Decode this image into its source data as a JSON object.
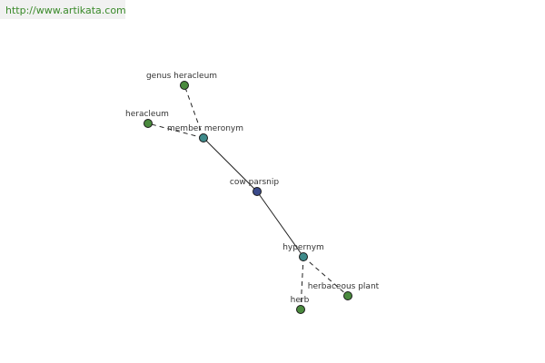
{
  "source_link": "http://www.artikata.com",
  "colors": {
    "center_node": "#3a4a8a",
    "relation_node": "#3e8a8a",
    "leaf_node": "#4a8a3e",
    "edge": "#222222"
  },
  "nodes": {
    "center": {
      "label": "cow parsnip",
      "kind": "center"
    },
    "member_meronym": {
      "label": "member meronym",
      "kind": "relation"
    },
    "hypernym": {
      "label": "hypernym",
      "kind": "relation"
    },
    "genus_heracleum": {
      "label": "genus heracleum",
      "kind": "leaf"
    },
    "heracleum": {
      "label": "heracleum",
      "kind": "leaf"
    },
    "herb": {
      "label": "herb",
      "kind": "leaf"
    },
    "herbaceous_plant": {
      "label": "herbaceous plant",
      "kind": "leaf"
    }
  },
  "edges": [
    {
      "from": "center",
      "to": "member_meronym",
      "style": "solid"
    },
    {
      "from": "center",
      "to": "hypernym",
      "style": "solid"
    },
    {
      "from": "member_meronym",
      "to": "genus_heracleum",
      "style": "dashed"
    },
    {
      "from": "member_meronym",
      "to": "heracleum",
      "style": "dashed"
    },
    {
      "from": "hypernym",
      "to": "herb",
      "style": "dashed"
    },
    {
      "from": "hypernym",
      "to": "herbaceous_plant",
      "style": "dashed"
    }
  ]
}
